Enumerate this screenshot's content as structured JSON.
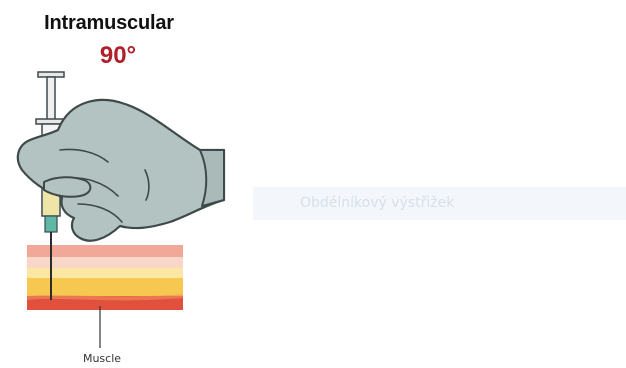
{
  "diagram": {
    "title": "Intramuscular",
    "angle": "90°",
    "layer_label": "Muscle",
    "colors": {
      "glove": "#b3c3c1",
      "glove_outline": "#3e4a4a",
      "skin_top": "#f2a898",
      "skin_pale": "#f8d6c8",
      "fat": "#f7c84f",
      "fat_pale": "#fbe6a4",
      "muscle": "#e0503c",
      "angle_text": "#b0202a"
    }
  },
  "overlay": {
    "snip_label": "Obdélníkový výstřižek"
  }
}
